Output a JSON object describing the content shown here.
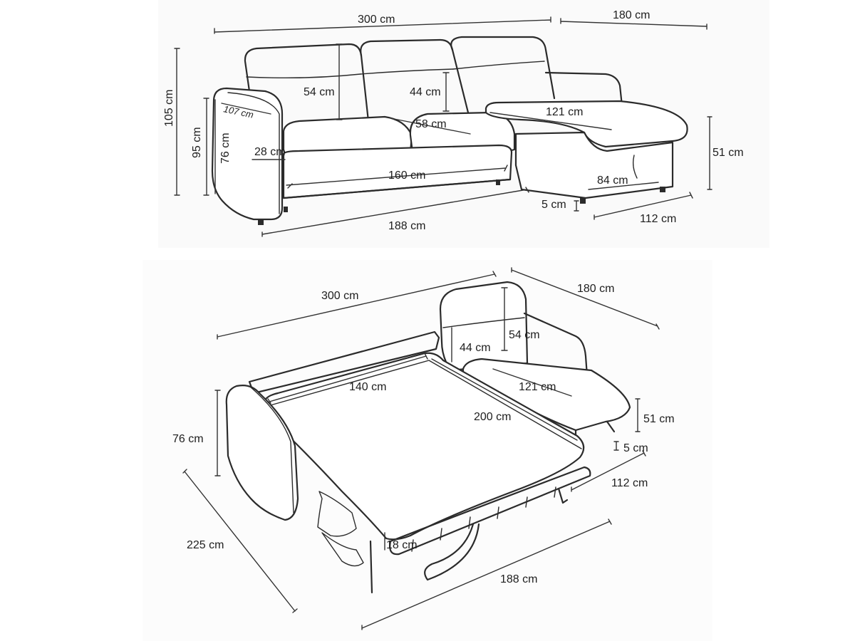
{
  "top_view": {
    "width_total": "300 cm",
    "width_chaise": "180 cm",
    "height_total": "105 cm",
    "height_back": "95 cm",
    "arm_height": "76 cm",
    "headrest": "54 cm",
    "headrest_raised": "44 cm",
    "arm_length": "107 cm",
    "seat_depth": "58 cm",
    "arm_width": "28 cm",
    "seat_width": "160 cm",
    "base_width": "188 cm",
    "chaise_seat": "121 cm",
    "seat_height": "51 cm",
    "chaise_base": "84 cm",
    "leg_height": "5 cm",
    "chaise_width": "112 cm"
  },
  "bed_view": {
    "width_total": "300 cm",
    "width_chaise": "180 cm",
    "headrest": "54 cm",
    "headrest_raised": "44 cm",
    "mattress_width": "140 cm",
    "chaise_seat": "121 cm",
    "mattress_length": "200 cm",
    "seat_height": "51 cm",
    "leg_height": "5 cm",
    "arm_height": "76 cm",
    "chaise_width": "112 cm",
    "bed_depth": "225 cm",
    "mattress_thickness": "18 cm",
    "base_width": "188 cm"
  }
}
